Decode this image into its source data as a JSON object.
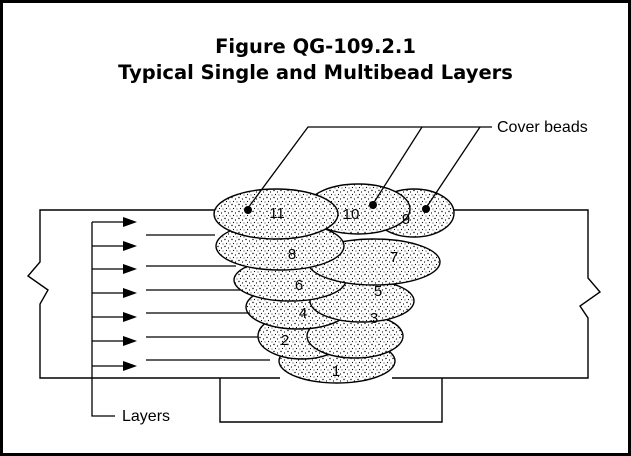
{
  "figure": {
    "title_line1": "Figure QG-109.2.1",
    "title_line2": "Typical Single and Multibead Layers"
  },
  "labels": {
    "cover_beads": "Cover beads",
    "layers": "Layers"
  },
  "beads": [
    {
      "number": "1"
    },
    {
      "number": "2"
    },
    {
      "number": "3"
    },
    {
      "number": "4"
    },
    {
      "number": "5"
    },
    {
      "number": "6"
    },
    {
      "number": "7"
    },
    {
      "number": "8"
    },
    {
      "number": "9"
    },
    {
      "number": "10"
    },
    {
      "number": "11"
    }
  ],
  "colors": {
    "line": "#000000",
    "background": "#ffffff"
  }
}
